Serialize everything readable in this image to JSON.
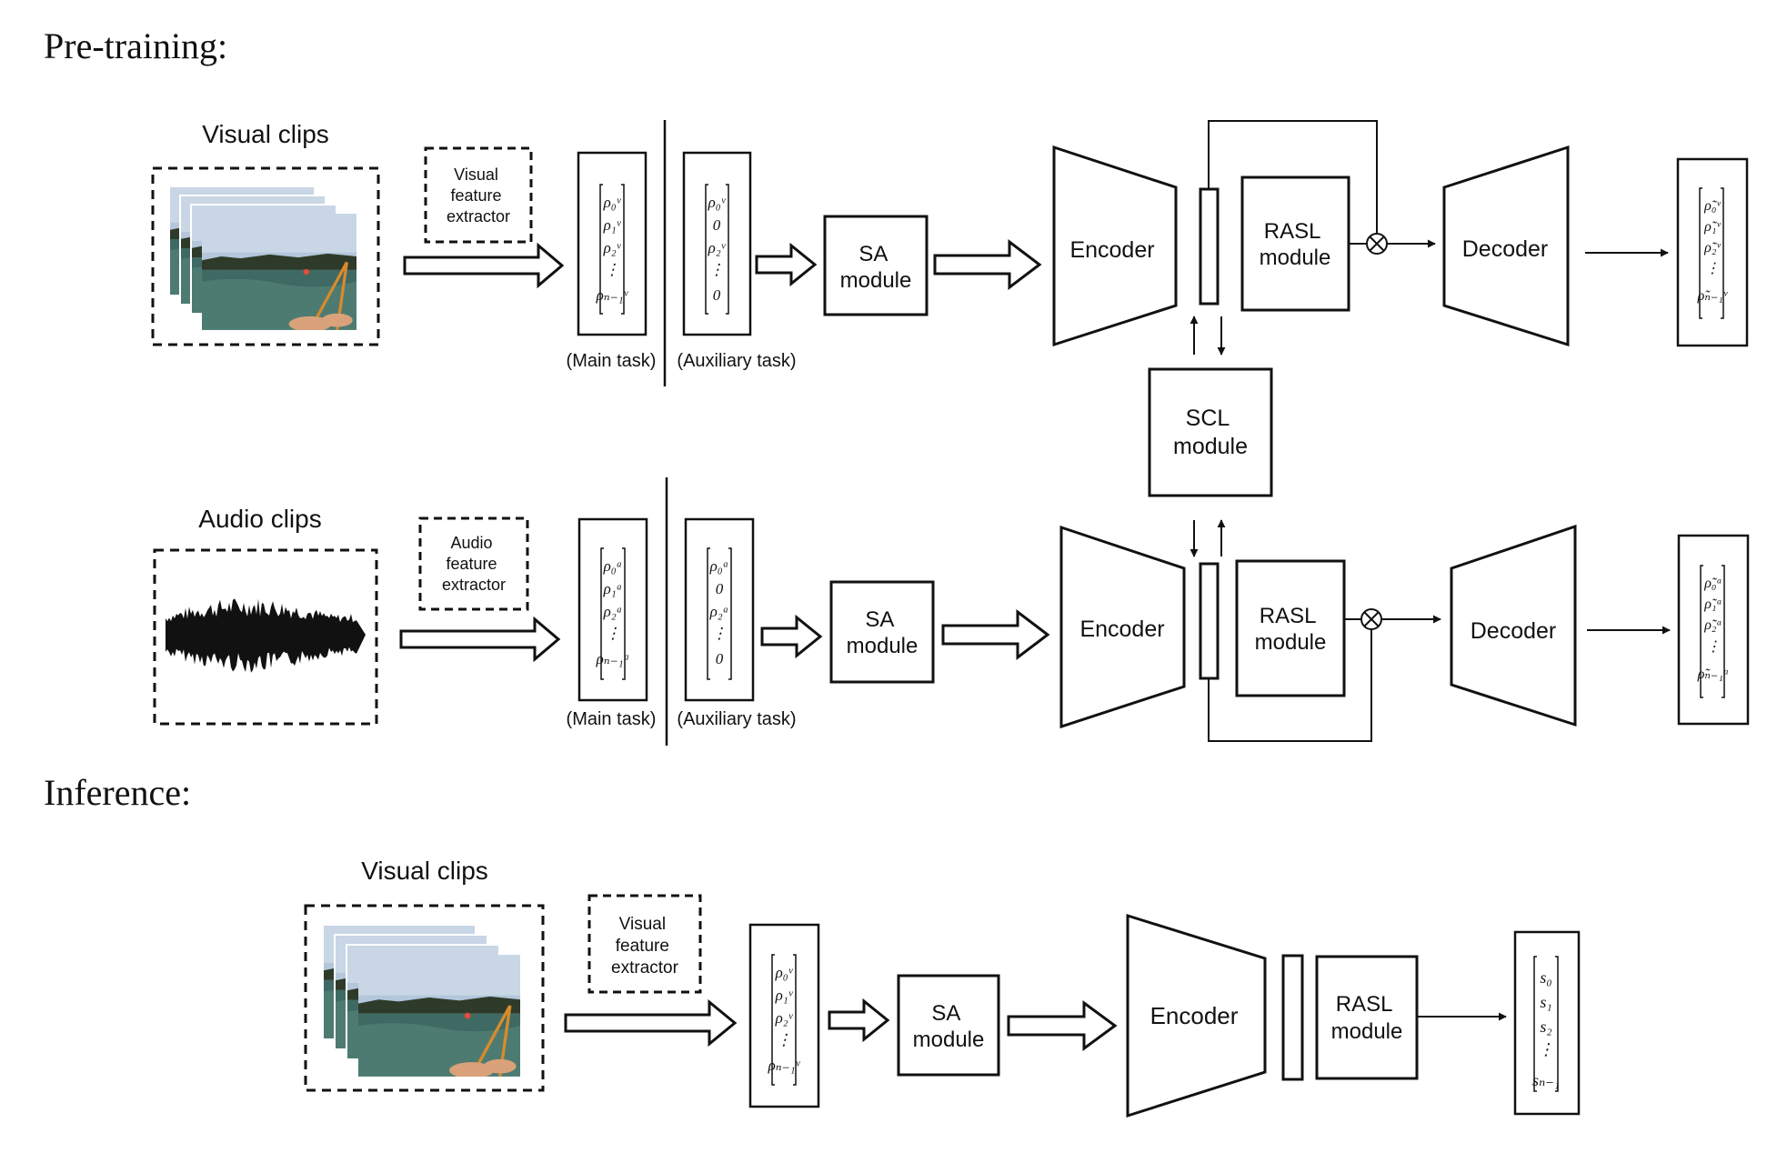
{
  "sections": {
    "pretraining_title": "Pre-training:",
    "inference_title": "Inference:"
  },
  "visual_row": {
    "input_label": "Visual clips",
    "extractor_lines": [
      "Visual",
      "feature",
      "extractor"
    ],
    "main_vector": [
      "ρ₀ᵛ",
      "ρ₁ᵛ",
      "ρ₂ᵛ",
      "⋮",
      "ρₙ₋₁ᵛ"
    ],
    "aux_vector": [
      "ρ₀ᵛ",
      "0",
      "ρ₂ᵛ",
      "⋮",
      "0"
    ],
    "main_task_label": "(Main task)",
    "aux_task_label": "(Auxiliary task)",
    "sa_lines": [
      "SA",
      "module"
    ],
    "encoder_label": "Encoder",
    "rasl_lines": [
      "RASL",
      "module"
    ],
    "decoder_label": "Decoder",
    "output_vector": [
      "ρ̃₀ᵛ",
      "ρ̃₁ᵛ",
      "ρ̃₂ᵛ",
      "⋮",
      "ρ̃ₙ₋₁ᵛ"
    ]
  },
  "scl": {
    "lines": [
      "SCL",
      "module"
    ]
  },
  "audio_row": {
    "input_label": "Audio clips",
    "extractor_lines": [
      "Audio",
      "feature",
      "extractor"
    ],
    "main_vector": [
      "ρ₀ᵃ",
      "ρ₁ᵃ",
      "ρ₂ᵃ",
      "⋮",
      "ρₙ₋₁ᵃ"
    ],
    "aux_vector": [
      "ρ₀ᵃ",
      "0",
      "ρ₂ᵃ",
      "⋮",
      "0"
    ],
    "main_task_label": "(Main task)",
    "aux_task_label": "(Auxiliary task)",
    "sa_lines": [
      "SA",
      "module"
    ],
    "encoder_label": "Encoder",
    "rasl_lines": [
      "RASL",
      "module"
    ],
    "decoder_label": "Decoder",
    "output_vector": [
      "ρ̃₀ᵃ",
      "ρ̃₁ᵃ",
      "ρ̃₂ᵃ",
      "⋮",
      "ρ̃ₙ₋₁ᵃ"
    ]
  },
  "inference_row": {
    "input_label": "Visual clips",
    "extractor_lines": [
      "Visual",
      "feature",
      "extractor"
    ],
    "main_vector": [
      "ρ₀ᵛ",
      "ρ₁ᵛ",
      "ρ₂ᵛ",
      "⋮",
      "ρₙ₋₁ᵛ"
    ],
    "sa_lines": [
      "SA",
      "module"
    ],
    "encoder_label": "Encoder",
    "rasl_lines": [
      "RASL",
      "module"
    ],
    "output_vector": [
      "s₀",
      "s₁",
      "s₂",
      "⋮",
      "sₙ₋₁"
    ]
  },
  "colors": {
    "stroke": "#111111",
    "sky": "#a9bfd6",
    "water": "#3f6a63",
    "trees": "#2f3b2a"
  }
}
